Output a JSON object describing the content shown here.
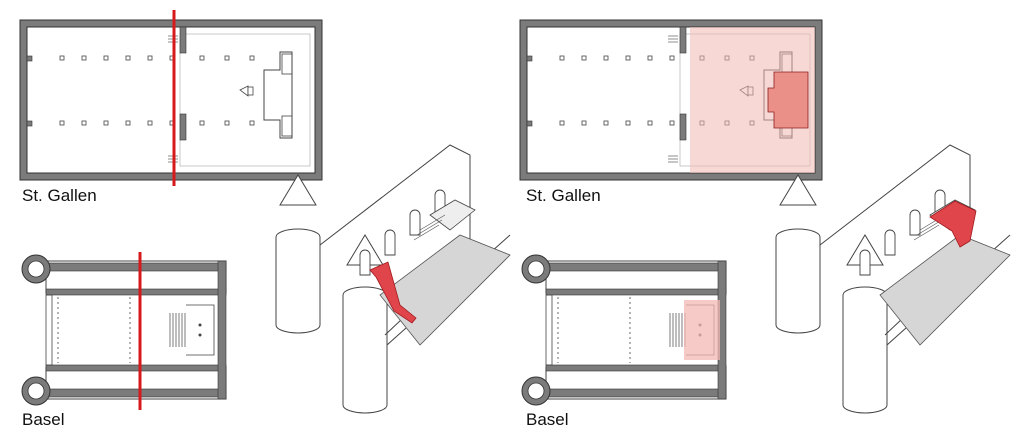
{
  "labels": {
    "left_top": "St. Gallen",
    "left_bottom": "Basel",
    "right_top": "St. Gallen",
    "right_bottom": "Basel"
  },
  "colors": {
    "wall": "#7b7b7b",
    "wall_stroke": "#3a3a3a",
    "floor": "#d6d6d6",
    "section_line": "#d7191c",
    "highlight_fill": "#f3b8b3",
    "highlight_strong": "#e0454b",
    "line": "#555555"
  }
}
